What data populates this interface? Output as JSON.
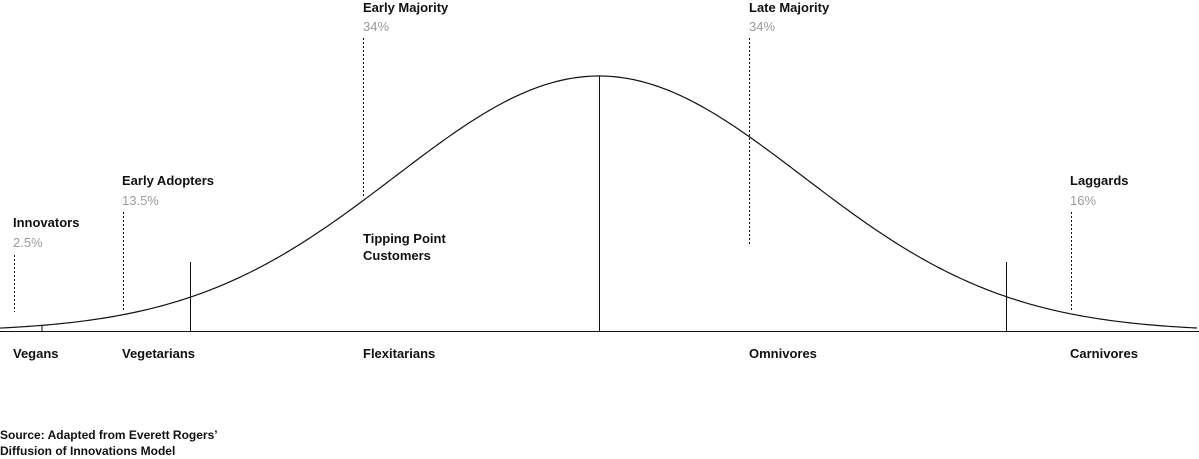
{
  "segments": [
    {
      "name": "Innovators",
      "percent": "2.5%"
    },
    {
      "name": "Early Adopters",
      "percent": "13.5%"
    },
    {
      "name": "Early Majority",
      "percent": "34%"
    },
    {
      "name": "Late Majority",
      "percent": "34%"
    },
    {
      "name": "Laggards",
      "percent": "16%"
    }
  ],
  "bottom_labels": [
    "Vegans",
    "Vegetarians",
    "Flexitarians",
    "Omnivores",
    "Carnivores"
  ],
  "tipping_point": {
    "line1": "Tipping Point",
    "line2": "Customers"
  },
  "source": {
    "line1": "Source: Adapted from Everett Rogers’",
    "line2": "Diffusion of Innovations Model"
  },
  "colors": {
    "ink": "#111111",
    "muted": "#9a9a9a",
    "background": "#ffffff"
  }
}
